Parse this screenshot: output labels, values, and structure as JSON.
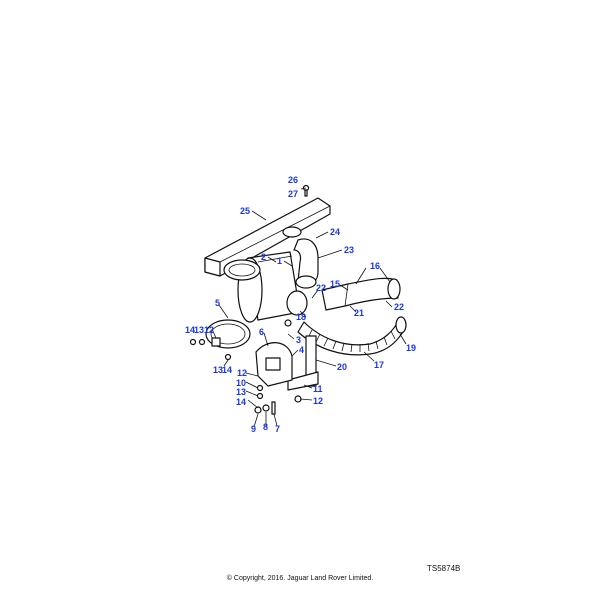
{
  "diagram": {
    "reference": "TS5874B",
    "copyright": "© Copyright, 2016. Jaguar Land Rover Limited.",
    "callouts": {
      "c26": "26",
      "c27": "27",
      "c25": "25",
      "c24": "24",
      "c23": "23",
      "c2": "2",
      "c1": "1",
      "c16": "16",
      "c15": "15",
      "c22a": "22",
      "c22b": "22",
      "c21": "21",
      "c18": "18",
      "c5": "5",
      "c14a": "14",
      "c13a": "13",
      "c12a": "12",
      "c3": "3",
      "c19": "19",
      "c6": "6",
      "c4": "4",
      "c17": "17",
      "c20": "20",
      "c13b": "13",
      "c14b": "14",
      "c12b": "12",
      "c10": "10",
      "c11": "11",
      "c13c": "13",
      "c14c": "14",
      "c12c": "12",
      "c9": "9",
      "c8": "8",
      "c7": "7"
    }
  }
}
